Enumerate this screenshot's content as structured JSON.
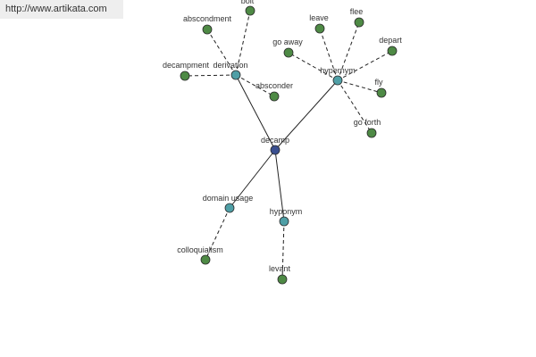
{
  "banner": {
    "url": "http://www.artikata.com"
  },
  "colors": {
    "center": "#3a4f8f",
    "relation": "#4f9fa6",
    "leaf": "#4e8a45",
    "stroke": "#2a2a2a",
    "edge": "#222222"
  },
  "graph": {
    "center": {
      "id": "decamp",
      "label": "decamp"
    },
    "relations": [
      {
        "id": "derivation",
        "label": "derivation",
        "children": [
          {
            "id": "bolt",
            "label": "bolt"
          },
          {
            "id": "abscondment",
            "label": "abscondment"
          },
          {
            "id": "decampment",
            "label": "decampment"
          },
          {
            "id": "absconder",
            "label": "absconder"
          }
        ]
      },
      {
        "id": "hypernym",
        "label": "hypernym",
        "children": [
          {
            "id": "leave",
            "label": "leave"
          },
          {
            "id": "flee",
            "label": "flee"
          },
          {
            "id": "go-away",
            "label": "go away"
          },
          {
            "id": "depart",
            "label": "depart"
          },
          {
            "id": "fly",
            "label": "fly"
          },
          {
            "id": "go-forth",
            "label": "go forth"
          }
        ]
      },
      {
        "id": "domain-usage",
        "label": "domain usage",
        "children": [
          {
            "id": "colloquialism",
            "label": "colloquialism"
          }
        ]
      },
      {
        "id": "hyponym",
        "label": "hyponym",
        "children": [
          {
            "id": "levant",
            "label": "levant"
          }
        ]
      }
    ]
  }
}
